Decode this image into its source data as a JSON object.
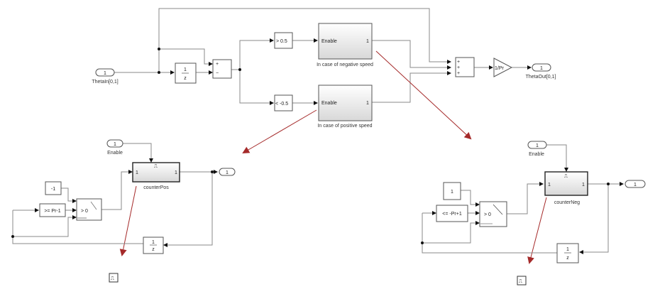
{
  "top": {
    "inport": {
      "number": "1",
      "label": "ThetaIn[0,1]"
    },
    "unit_delay": {
      "num": "1",
      "den": "z"
    },
    "sum_signs": [
      "+",
      "−"
    ],
    "compare_pos": "> 0.5",
    "compare_neg": "< -0.5",
    "sub_negative": {
      "port_in": "Enable",
      "port_out": "1",
      "caption": "In case of negative speed"
    },
    "sub_positive": {
      "port_in": "Enable",
      "port_out": "1",
      "caption": "In case of positive speed"
    },
    "sum3_signs": [
      "+",
      "+",
      "+"
    ],
    "gain": "1/Pr",
    "outport": {
      "number": "1",
      "label": "ThetaOut[0,1]"
    }
  },
  "left": {
    "enable_in": {
      "number": "1",
      "label": "Enable"
    },
    "const": "-1",
    "compare": ">= Pr-1",
    "switch_crit": "> 0",
    "counter": {
      "in": "1",
      "out": "1",
      "caption": "counterPos",
      "trigger_glyph": "⎍"
    },
    "outport": "1",
    "delay": {
      "num": "1",
      "den": "z"
    },
    "enable_glyph": "⎍"
  },
  "right": {
    "enable_in": {
      "number": "1",
      "label": "Enable"
    },
    "const": "1",
    "compare": "<= -Pr+1",
    "switch_crit": "> 0",
    "counter": {
      "in": "1",
      "out": "1",
      "caption": "counterNeg",
      "trigger_glyph": "⎍"
    },
    "outport": "1",
    "delay": {
      "num": "1",
      "den": "z"
    },
    "enable_glyph": "⎍"
  },
  "colors": {
    "wire": "#8a8a8a",
    "annotation_arrow": "#a52a2a"
  }
}
